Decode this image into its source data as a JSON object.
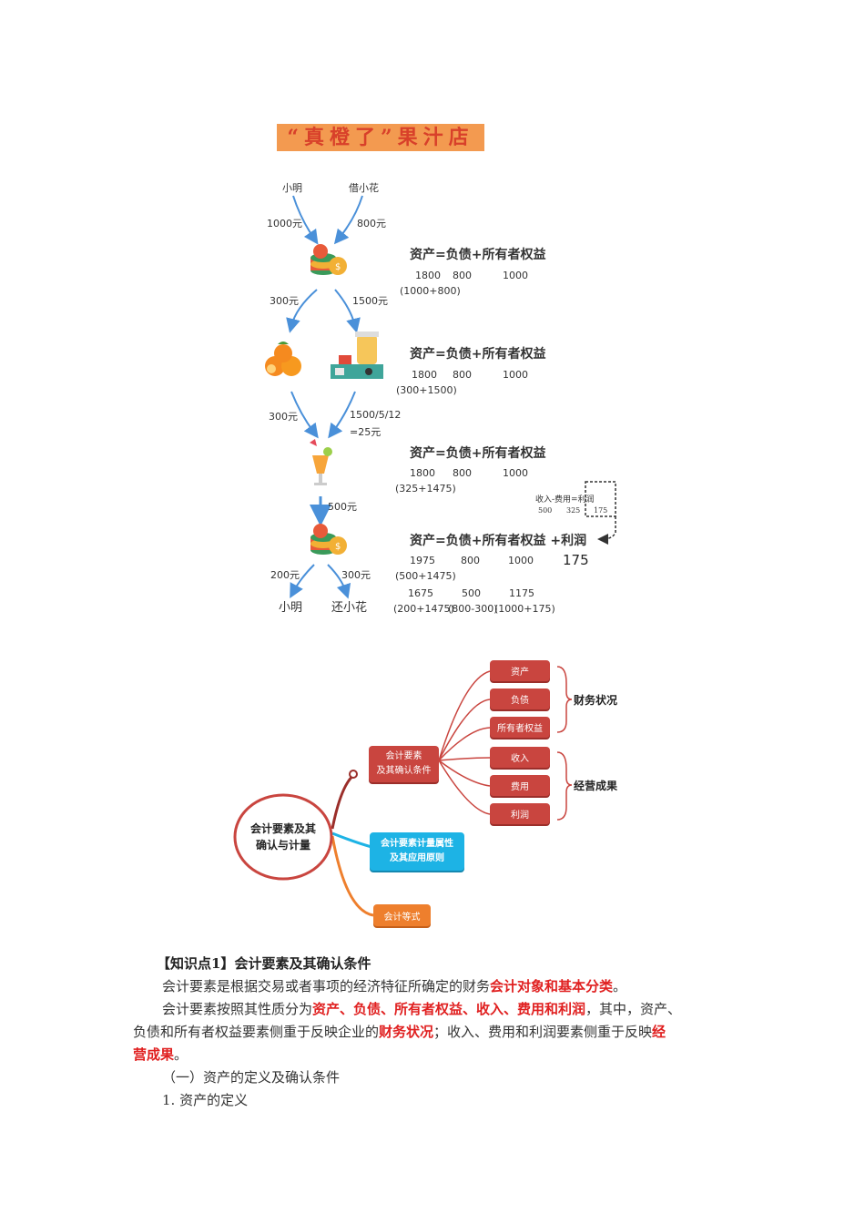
{
  "diagram1": {
    "title": "“真橙了”果汁店",
    "sources": {
      "left_name": "小明",
      "right_name": "借小花",
      "left_amount": "1000元",
      "right_amount": "800元"
    },
    "step1": {
      "equation": "资产=负债+所有者权益",
      "assets": "1800",
      "liabilities": "800",
      "equity": "1000",
      "assets_detail": "(1000+800)"
    },
    "split1": {
      "left_amount": "300元",
      "right_amount": "1500元"
    },
    "step2": {
      "equation": "资产=负债+所有者权益",
      "assets": "1800",
      "liabilities": "800",
      "equity": "1000",
      "assets_detail": "(300+1500)"
    },
    "merge": {
      "left_amount": "300元",
      "right_amount": "1500/5/12",
      "right_amount2": "=25元"
    },
    "step3": {
      "equation": "资产=负债+所有者权益",
      "assets": "1800",
      "liabilities": "800",
      "equity": "1000",
      "assets_detail": "(325+1475)"
    },
    "profit_note": {
      "formula": "收入-费用=利润",
      "revenue": "500",
      "expense": "325",
      "profit": "175"
    },
    "sale": {
      "amount": "500元"
    },
    "step4": {
      "equation": "资产=负债+所有者权益 +利润",
      "assets": "1975",
      "liabilities": "800",
      "equity": "1000",
      "profit": "175",
      "assets_detail": "(500+1475)"
    },
    "step5": {
      "assets": "1675",
      "liabilities": "500",
      "equity": "1175",
      "assets_detail": "(200+1475)",
      "liabilities_detail": "(800-300)",
      "equity_detail": "(1000+175)"
    },
    "final": {
      "left_amount": "200元",
      "right_amount": "300元",
      "left_name": "小明",
      "right_name": "还小花"
    }
  },
  "mindmap": {
    "root": {
      "line1": "会计要素及其",
      "line2": "确认与计量"
    },
    "branch1": {
      "line1": "会计要素",
      "line2": "及其确认条件"
    },
    "branch2": {
      "line1": "会计要素计量属性",
      "line2": "及其应用原则"
    },
    "branch3": "会计等式",
    "leaves": [
      "资产",
      "负债",
      "所有者权益",
      "收入",
      "费用",
      "利润"
    ],
    "group1": "财务状况",
    "group2": "经营成果"
  },
  "text": {
    "kp_heading": "【知识点1】会计要素及其确认条件",
    "p1_a": "会计要素是根据交易或者事项的经济特征所确定的财务",
    "p1_hl": "会计对象和基本分类",
    "p1_b": "。",
    "p2_a": "会计要素按照其性质分为",
    "p2_hl1": "资产、负债、所有者权益、收入、费用和利润",
    "p2_b": "，其中，资产、",
    "p2_c": "负债和所有者权益要素侧重于反映企业的",
    "p2_hl2": "财务状况",
    "p2_d": "；收入、费用和利润要素侧重于反映",
    "p2_hl3a": "经",
    "p2_hl3b": "营成果",
    "p2_e": "。",
    "sub1": "（一）资产的定义及确认条件",
    "sub2": "1. 资产的定义"
  },
  "colors": {
    "banner": "#f39a50",
    "arrow": "#4a90d9",
    "highlight": "#e02020",
    "mindmap_red": "#c9453f",
    "mindmap_cyan": "#1db3e5",
    "mindmap_orange": "#ee7f2d"
  }
}
